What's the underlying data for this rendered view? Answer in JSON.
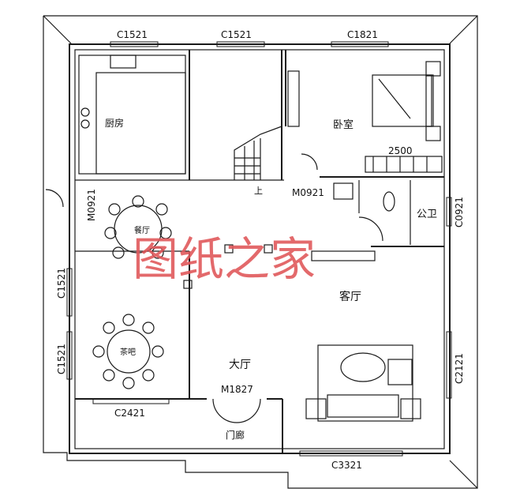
{
  "rooms": {
    "kitchen": "厨房",
    "bedroom": "卧室",
    "dining": "餐厅",
    "tea_bar": "茶吧",
    "living": "客厅",
    "hall": "大厅",
    "porch": "门廊",
    "bathroom": "公卫"
  },
  "stair_label": "上",
  "dimension": "2500",
  "windows": {
    "top_1": "C1521",
    "top_2": "C1521",
    "top_3": "C1821",
    "left_1": "C1521",
    "left_2": "C1521",
    "bottom_left": "C2421",
    "bottom_right": "C3321",
    "right_1": "C0921",
    "right_2": "C2121"
  },
  "doors": {
    "left": "M0921",
    "bedroom": "M0921",
    "entry": "M1827"
  },
  "watermark": "图纸之家",
  "colors": {
    "line": "#1a1a1a",
    "watermark": "#e0595c",
    "background": "#ffffff"
  }
}
